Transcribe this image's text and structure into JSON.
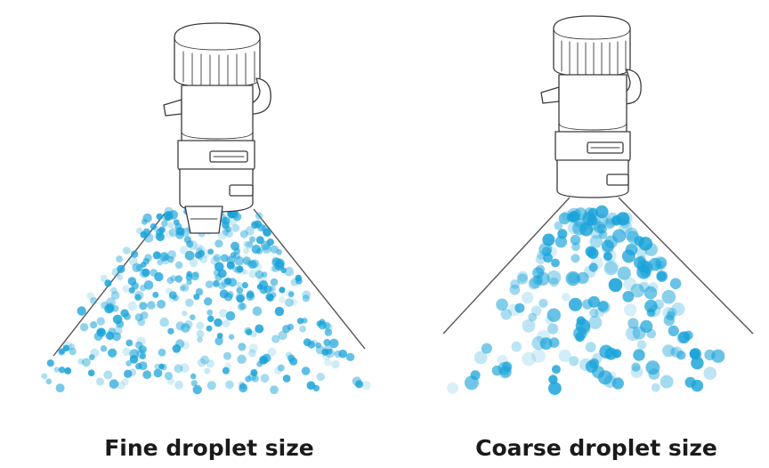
{
  "panels": [
    {
      "id": "fine",
      "caption": "Fine droplet size",
      "droplet_size": "fine"
    },
    {
      "id": "coarse",
      "caption": "Coarse droplet size",
      "droplet_size": "coarse"
    }
  ],
  "colors": {
    "droplet": "#1aa3d9",
    "outline": "#3a3a3a",
    "text": "#1a1a1a"
  }
}
